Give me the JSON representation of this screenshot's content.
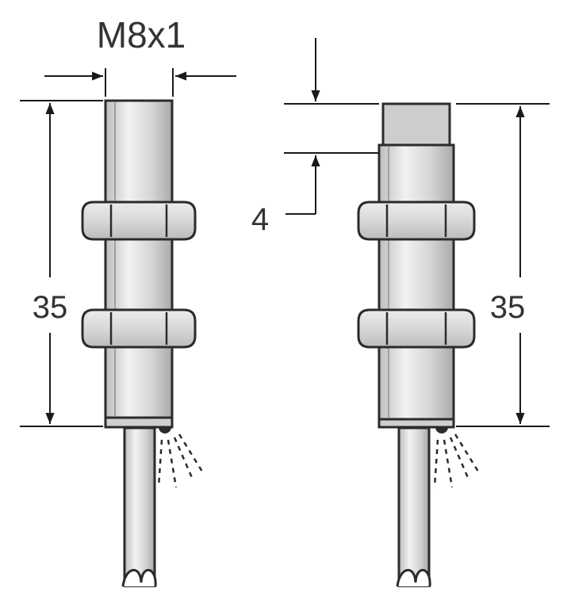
{
  "labels": {
    "thread": "M8x1",
    "length_left": "35",
    "length_right": "35",
    "protrusion": "4"
  },
  "colors": {
    "outline": "#2b2b2b",
    "body_fill": "#d6d6d6",
    "body_highlight": "#f0f0f0",
    "head_fill": "#c4c4c4",
    "text": "#333333",
    "background": "#ffffff"
  }
}
